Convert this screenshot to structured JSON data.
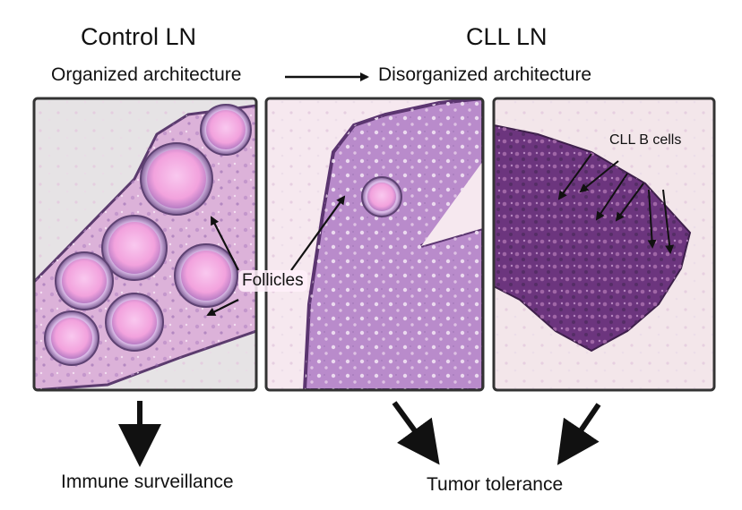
{
  "headings": {
    "control": "Control LN",
    "cll": "CLL LN"
  },
  "subheadings": {
    "organized": "Organized architecture",
    "disorganized": "Disorganized architecture"
  },
  "panel_labels": {
    "follicles": "Follicles",
    "cll_b_cells": "CLL B cells"
  },
  "outcomes": {
    "immune": "Immune surveillance",
    "tolerance": "Tumor tolerance"
  },
  "colors": {
    "tissue_light": "#d9b3dc",
    "tissue_dark": "#6b3a7d",
    "follicle_pink": "#f1a7e0",
    "frame": "#333333"
  }
}
